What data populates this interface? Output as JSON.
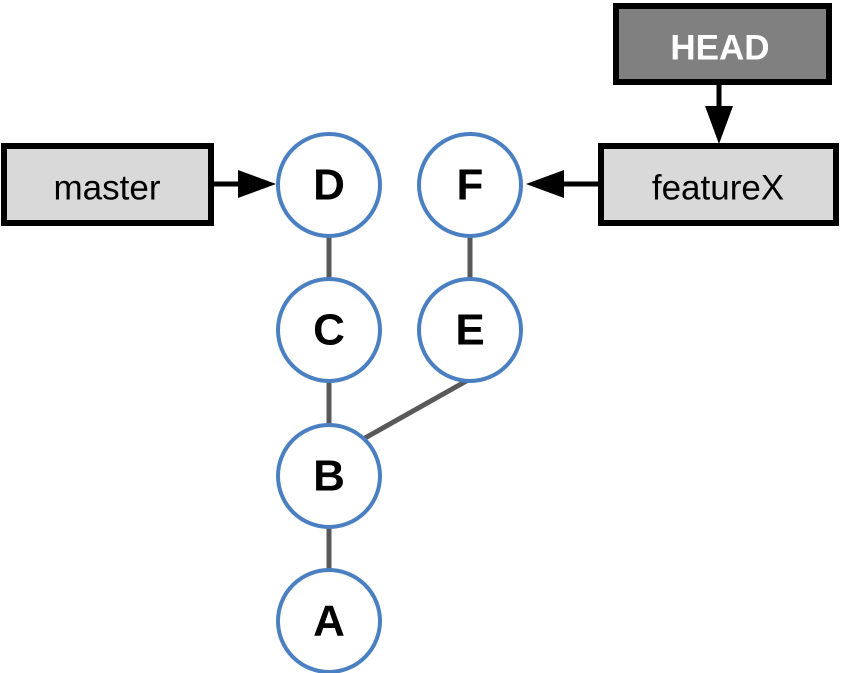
{
  "commits": {
    "a": "A",
    "b": "B",
    "c": "C",
    "d": "D",
    "e": "E",
    "f": "F"
  },
  "refs": {
    "master": "master",
    "feature": "featureX",
    "head": "HEAD"
  },
  "colors": {
    "commit_outline": "#4a7fc1",
    "edge": "#595959",
    "branch_fill": "#d9d9d9",
    "head_fill": "#808080"
  }
}
